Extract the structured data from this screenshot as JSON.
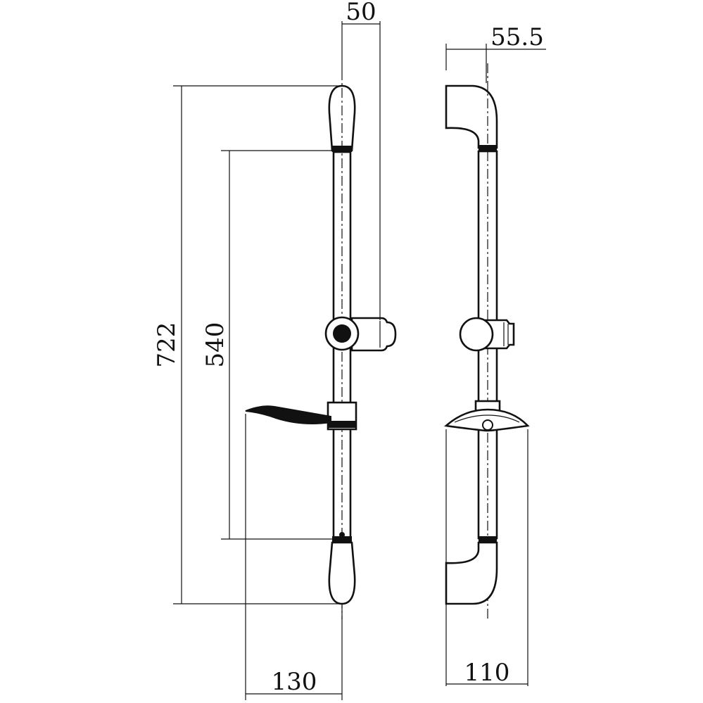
{
  "dimensions": {
    "bracket_width": "50",
    "offset_depth": "55.5",
    "overall_height": "722",
    "bracket_spacing": "540",
    "soap_dish_reach": "130",
    "projection": "110"
  }
}
